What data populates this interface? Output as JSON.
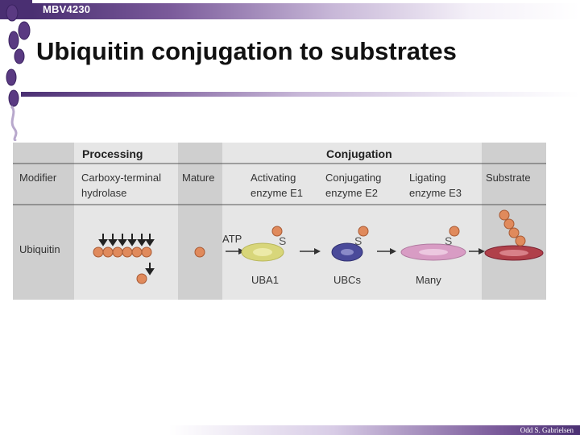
{
  "header": {
    "course_code": "MBV4230"
  },
  "slide": {
    "title": "Ubiquitin conjugation to substrates"
  },
  "footer": {
    "author": "Odd S. Gabrielsen"
  },
  "diagram": {
    "section_processing": "Processing",
    "section_conjugation": "Conjugation",
    "col_modifier": "Modifier",
    "col_hydrolase_line1": "Carboxy-terminal",
    "col_hydrolase_line2": "hydrolase",
    "col_mature": "Mature",
    "col_e1_line1": "Activating",
    "col_e1_line2": "enzyme E1",
    "col_e2_line1": "Conjugating",
    "col_e2_line2": "enzyme E2",
    "col_e3_line1": "Ligating",
    "col_e3_line2": "enzyme E3",
    "col_substrate": "Substrate",
    "row_ubiquitin": "Ubiquitin",
    "atp": "ATP",
    "thioester_s1": "S",
    "thioester_s2": "S",
    "thioester_s3": "S",
    "enzyme_e1": "UBA1",
    "enzyme_e2": "UBCs",
    "enzyme_e3": "Many",
    "colors": {
      "panel_bg": "#e6e6e6",
      "shaded_col": "#cfcfcf",
      "ubiquitin": "#e08a5c",
      "e1": "#d8d67a",
      "e2": "#4a4a9a",
      "e3": "#d89cc4",
      "substrate": "#b0404a"
    }
  }
}
